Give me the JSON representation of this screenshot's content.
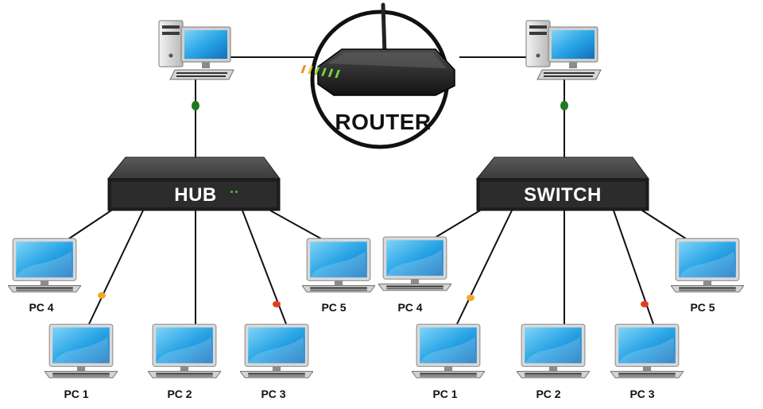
{
  "router": {
    "label": "ROUTER",
    "led_colors": [
      "#f08a1c",
      "#f3c62a",
      "#7bd33b",
      "#7bd33b",
      "#7bd33b",
      "#7bd33b"
    ]
  },
  "hub": {
    "label": "HUB",
    "pcs": [
      "PC 1",
      "PC 2",
      "PC 3",
      "PC 4",
      "PC 5"
    ]
  },
  "switch": {
    "label": "SWITCH",
    "pcs": [
      "PC 1",
      "PC 2",
      "PC 3",
      "PC 4",
      "PC 5"
    ]
  },
  "colors": {
    "screen": "#2aa5e6",
    "box": "#2c2c2c",
    "connector_green": "#1f7a1f",
    "connector_orange": "#f5a623",
    "connector_red": "#e53b1e"
  }
}
